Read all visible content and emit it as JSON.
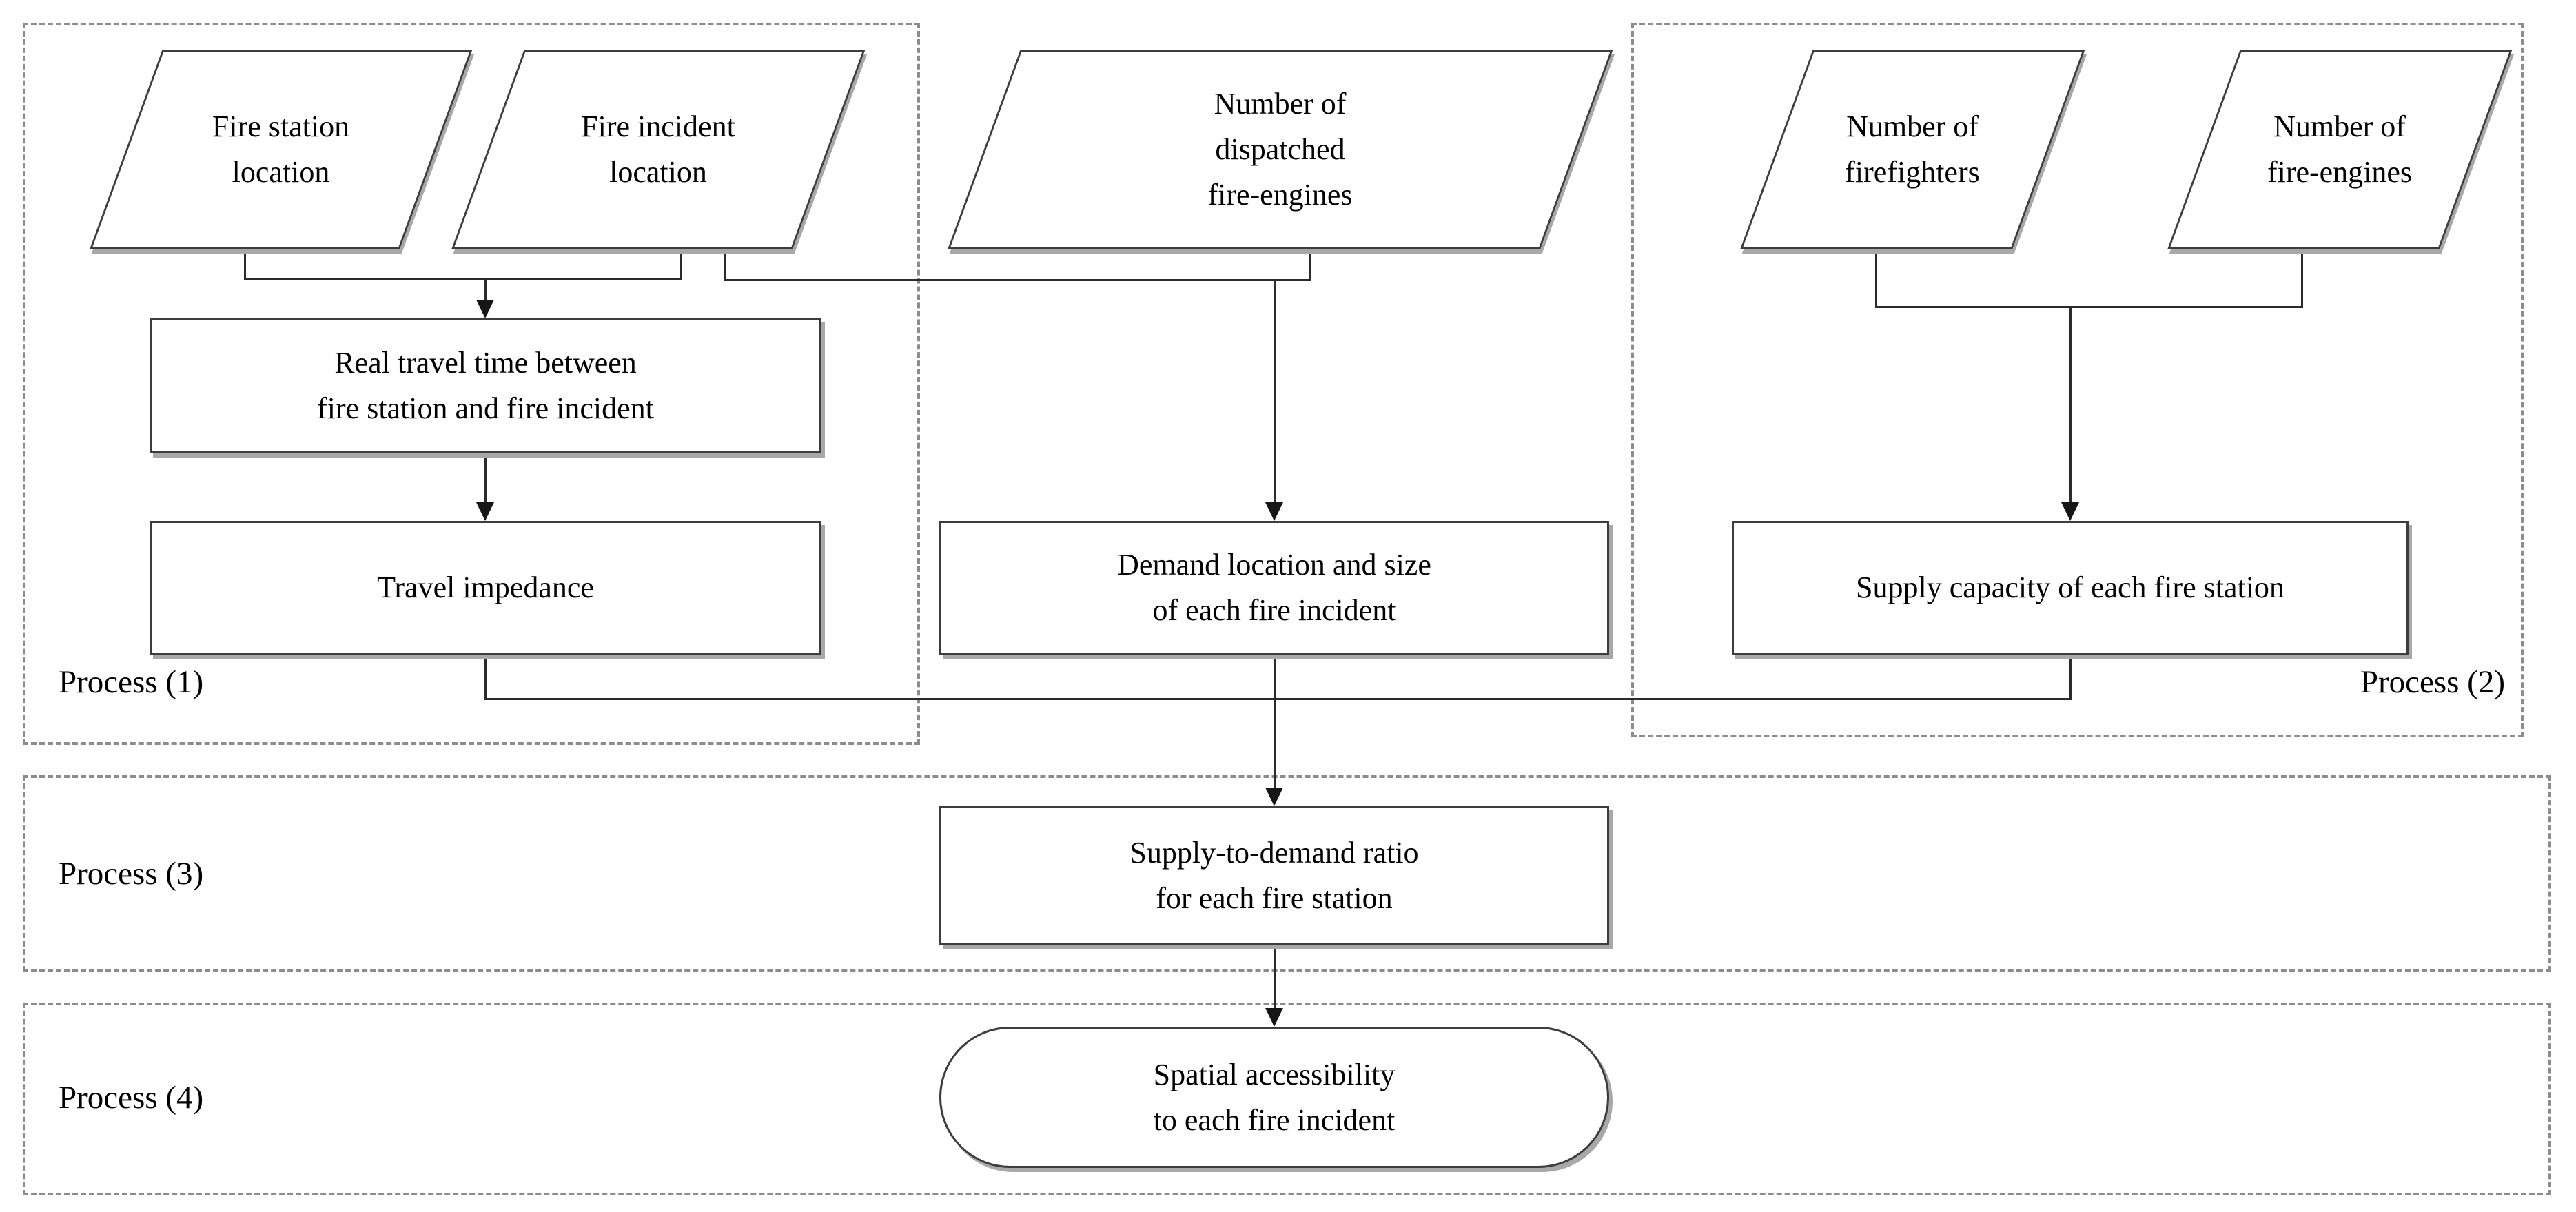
{
  "figure": {
    "type": "flowchart",
    "background_color": "#ffffff",
    "node_border_color": "#3d3d3d",
    "shadow_color": "#a8a8a8",
    "dashed_frame_color": "#8c8c8c",
    "connector_color": "#2b2b2b",
    "groups": {
      "process1": {
        "label": "Process (1)"
      },
      "process2": {
        "label": "Process (2)"
      },
      "process3": {
        "label": "Process (3)"
      },
      "process4": {
        "label": "Process (4)"
      }
    },
    "nodes": {
      "fire_station_location": {
        "shape": "parallelogram",
        "label": "Fire station\nlocation"
      },
      "fire_incident_location": {
        "shape": "parallelogram",
        "label": "Fire incident\nlocation"
      },
      "dispatched_fire_engines": {
        "shape": "parallelogram",
        "label": "Number of\ndispatched\nfire-engines"
      },
      "number_firefighters": {
        "shape": "parallelogram",
        "label": "Number of\nfirefighters"
      },
      "number_fire_engines": {
        "shape": "parallelogram",
        "label": "Number of\nfire-engines"
      },
      "real_travel_time": {
        "shape": "rectangle",
        "label": "Real travel time between\nfire station and fire incident"
      },
      "travel_impedance": {
        "shape": "rectangle",
        "label": "Travel impedance"
      },
      "demand_location_size": {
        "shape": "rectangle",
        "label": "Demand location and size\nof each fire incident"
      },
      "supply_capacity": {
        "shape": "rectangle",
        "label": "Supply capacity of each fire station"
      },
      "supply_demand_ratio": {
        "shape": "rectangle",
        "label": "Supply-to-demand ratio\nfor each fire station"
      },
      "spatial_accessibility": {
        "shape": "stadium",
        "label": "Spatial accessibility\nto each fire incident"
      }
    },
    "edges": [
      {
        "from": "fire_station_location",
        "to": "real_travel_time"
      },
      {
        "from": "fire_incident_location",
        "to": "real_travel_time"
      },
      {
        "from": "fire_incident_location",
        "to": "demand_location_size"
      },
      {
        "from": "dispatched_fire_engines",
        "to": "demand_location_size"
      },
      {
        "from": "number_firefighters",
        "to": "supply_capacity"
      },
      {
        "from": "number_fire_engines",
        "to": "supply_capacity"
      },
      {
        "from": "real_travel_time",
        "to": "travel_impedance"
      },
      {
        "from": "travel_impedance",
        "to": "supply_demand_ratio"
      },
      {
        "from": "demand_location_size",
        "to": "supply_demand_ratio"
      },
      {
        "from": "supply_capacity",
        "to": "supply_demand_ratio"
      },
      {
        "from": "supply_demand_ratio",
        "to": "spatial_accessibility"
      }
    ]
  }
}
